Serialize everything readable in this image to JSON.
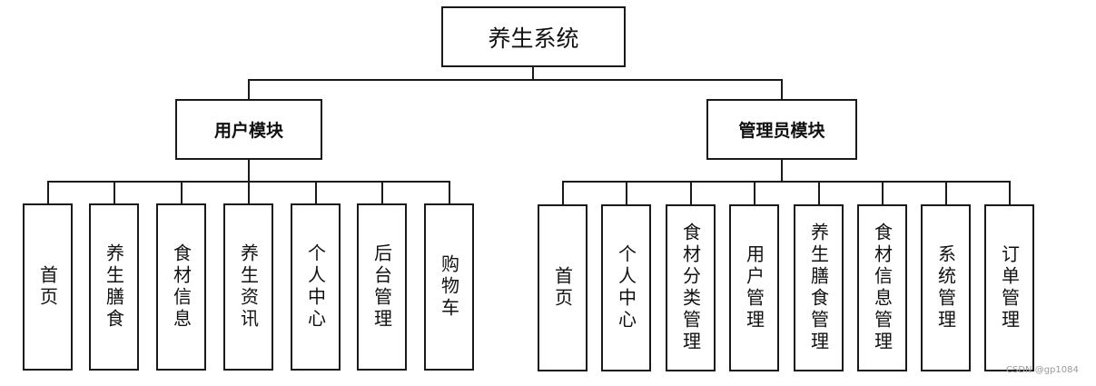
{
  "root": {
    "label": "养生系统"
  },
  "user_module": {
    "label": "用户模块",
    "children": [
      "首页",
      "养生膳食",
      "食材信息",
      "养生资讯",
      "个人中心",
      "后台管理",
      "购物车"
    ]
  },
  "admin_module": {
    "label": "管理员模块",
    "children": [
      "首页",
      "个人中心",
      "食材分类管理",
      "用户管理",
      "养生膳食管理",
      "食材信息管理",
      "系统管理",
      "订单管理"
    ]
  },
  "watermark": "CSDN @gp1084"
}
